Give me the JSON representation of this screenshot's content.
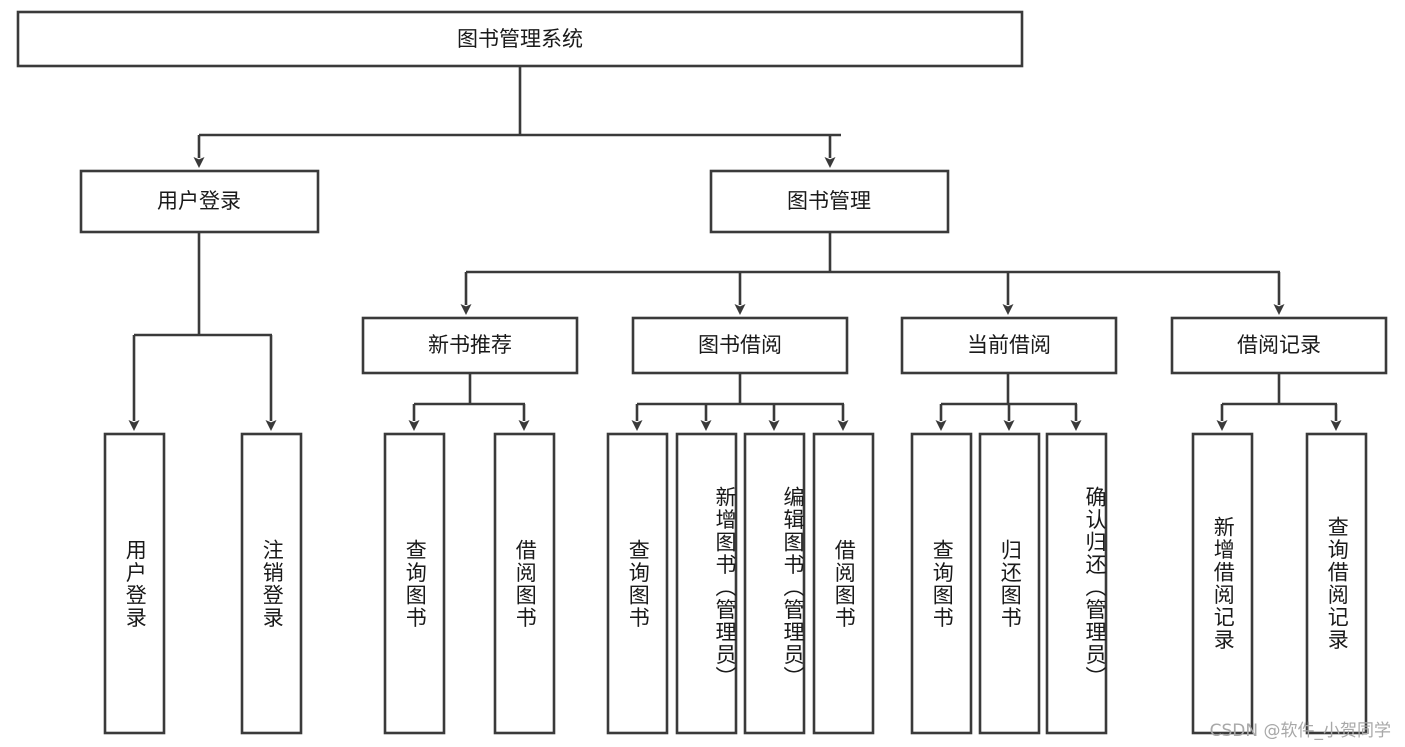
{
  "diagram": {
    "title_node": {
      "label": "图书管理系统"
    },
    "level2": [
      {
        "id": "user-login",
        "label": "用户登录"
      },
      {
        "id": "book-manage",
        "label": "图书管理"
      }
    ],
    "level3": [
      {
        "id": "new-book-recommend",
        "label": "新书推荐"
      },
      {
        "id": "book-borrow",
        "label": "图书借阅"
      },
      {
        "id": "current-borrow",
        "label": "当前借阅"
      },
      {
        "id": "borrow-record",
        "label": "借阅记录"
      }
    ],
    "leaves": {
      "user_login": [
        {
          "id": "leaf-user-login",
          "label": "用户登录"
        },
        {
          "id": "leaf-logout-login",
          "label": "注销登录"
        }
      ],
      "new_book_recommend": [
        {
          "id": "leaf-query-book-1",
          "label": "查询图书"
        },
        {
          "id": "leaf-borrow-book-1",
          "label": "借阅图书"
        }
      ],
      "book_borrow": [
        {
          "id": "leaf-query-book-2",
          "label": "查询图书"
        },
        {
          "id": "leaf-add-book",
          "label": "新增图书（管理员）"
        },
        {
          "id": "leaf-edit-book",
          "label": "编辑图书（管理员）"
        },
        {
          "id": "leaf-borrow-book-2",
          "label": "借阅图书"
        }
      ],
      "current_borrow": [
        {
          "id": "leaf-query-book-3",
          "label": "查询图书"
        },
        {
          "id": "leaf-return-book",
          "label": "归还图书"
        },
        {
          "id": "leaf-confirm-return",
          "label": "确认归还（管理员）"
        }
      ],
      "borrow_record": [
        {
          "id": "leaf-add-record",
          "label": "新增借阅记录"
        },
        {
          "id": "leaf-query-record",
          "label": "查询借阅记录"
        }
      ]
    },
    "watermark": "CSDN @软件_小贺同学",
    "colors": {
      "stroke": "#3a3a3a",
      "box_fill": "#ffffff",
      "text": "#1a1a1a",
      "watermark": "#a8a8a8",
      "background": "#ffffff"
    }
  }
}
